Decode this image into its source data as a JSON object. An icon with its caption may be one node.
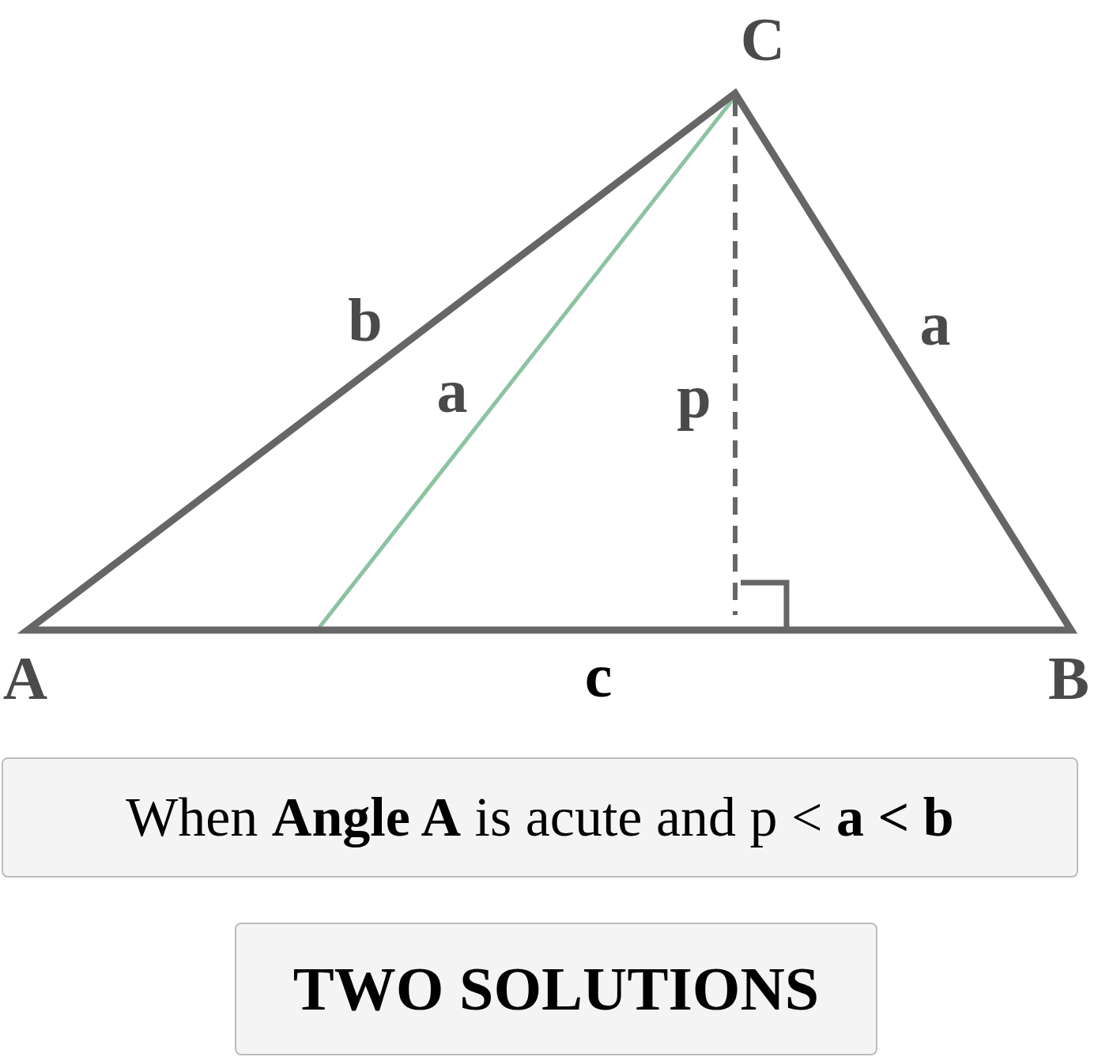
{
  "diagram": {
    "nodes": [
      {
        "text": [
          "When **Angle A** is acute and p < **a < b**"
        ]
      },
      {
        "text": [
          "TWO SOLUTIONS"
        ]
      }
    ],
    "labels": [
      "C",
      "b",
      "a",
      "p",
      "a",
      "A",
      "c",
      "B"
    ]
  }
}
